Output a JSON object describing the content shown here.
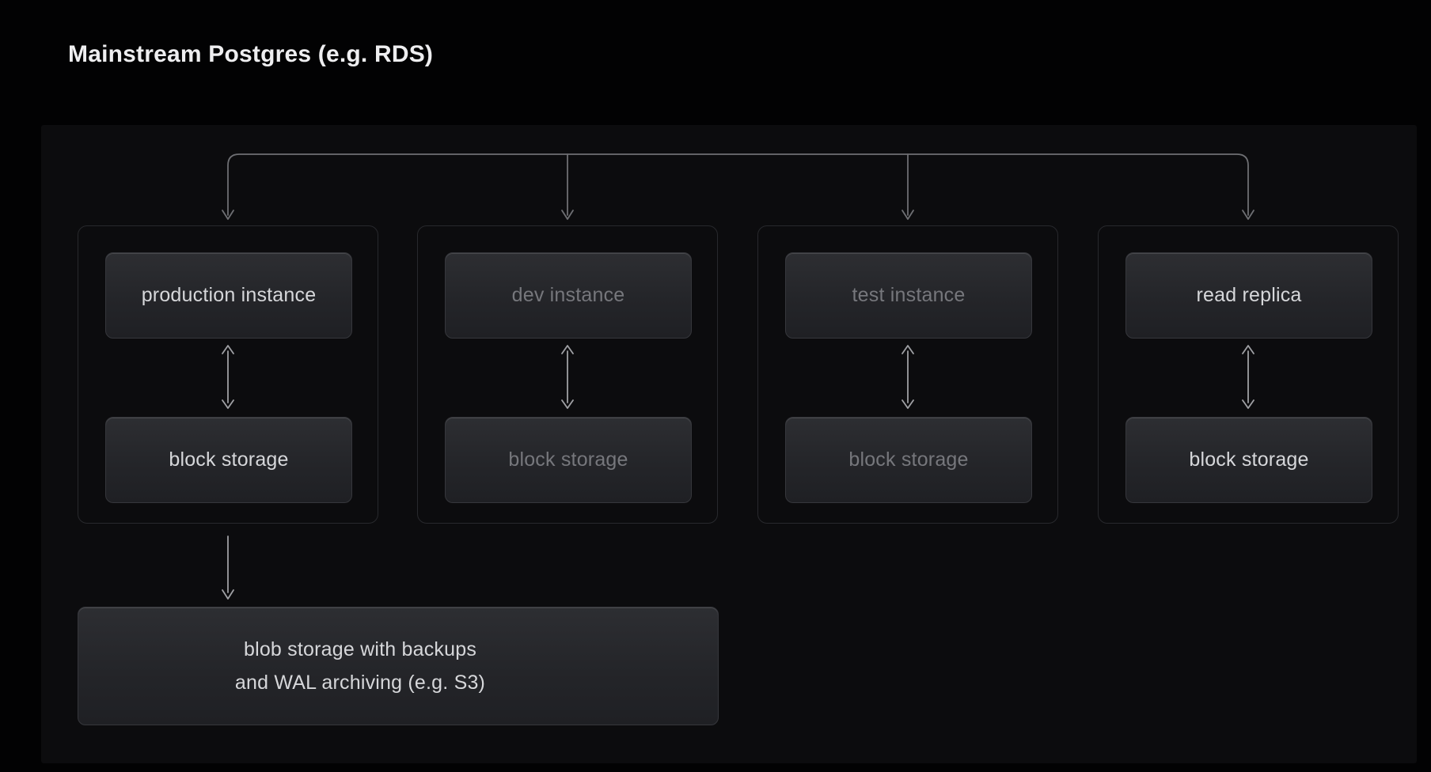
{
  "title": "Mainstream Postgres (e.g. RDS)",
  "diagram": {
    "groups": [
      {
        "id": "production",
        "instance_label": "production instance",
        "storage_label": "block storage",
        "emphasis": "bright"
      },
      {
        "id": "dev",
        "instance_label": "dev instance",
        "storage_label": "block storage",
        "emphasis": "dim"
      },
      {
        "id": "test",
        "instance_label": "test instance",
        "storage_label": "block storage",
        "emphasis": "dim"
      },
      {
        "id": "read-replica",
        "instance_label": "read replica",
        "storage_label": "block storage",
        "emphasis": "bright"
      }
    ],
    "blob_storage": {
      "line1": "blob storage with backups",
      "line2": "and WAL archiving (e.g. S3)"
    },
    "edges": [
      {
        "from": "fan-out bar",
        "to": "production instance",
        "type": "arrow-down"
      },
      {
        "from": "fan-out bar",
        "to": "dev instance",
        "type": "arrow-down"
      },
      {
        "from": "fan-out bar",
        "to": "test instance",
        "type": "arrow-down"
      },
      {
        "from": "fan-out bar",
        "to": "read replica",
        "type": "arrow-down"
      },
      {
        "from": "production instance",
        "to": "block storage",
        "type": "double-arrow"
      },
      {
        "from": "dev instance",
        "to": "block storage",
        "type": "double-arrow"
      },
      {
        "from": "test instance",
        "to": "block storage",
        "type": "double-arrow"
      },
      {
        "from": "read replica",
        "to": "block storage",
        "type": "double-arrow"
      },
      {
        "from": "production block storage",
        "to": "blob storage with backups and WAL archiving (e.g. S3)",
        "type": "arrow-down"
      }
    ]
  },
  "colors": {
    "background": "#020203",
    "panel": "#0c0c0e",
    "group_border": "#28292d",
    "node_border": "#36373c",
    "node_fill_top": "#2d2e32",
    "node_fill_bottom": "#1f2024",
    "text_bright": "#d6d7da",
    "text_dim": "#76777c",
    "connector_tree": "#6e6f73",
    "connector_arrow": "#9fa0a4",
    "title": "#eeeef0"
  }
}
